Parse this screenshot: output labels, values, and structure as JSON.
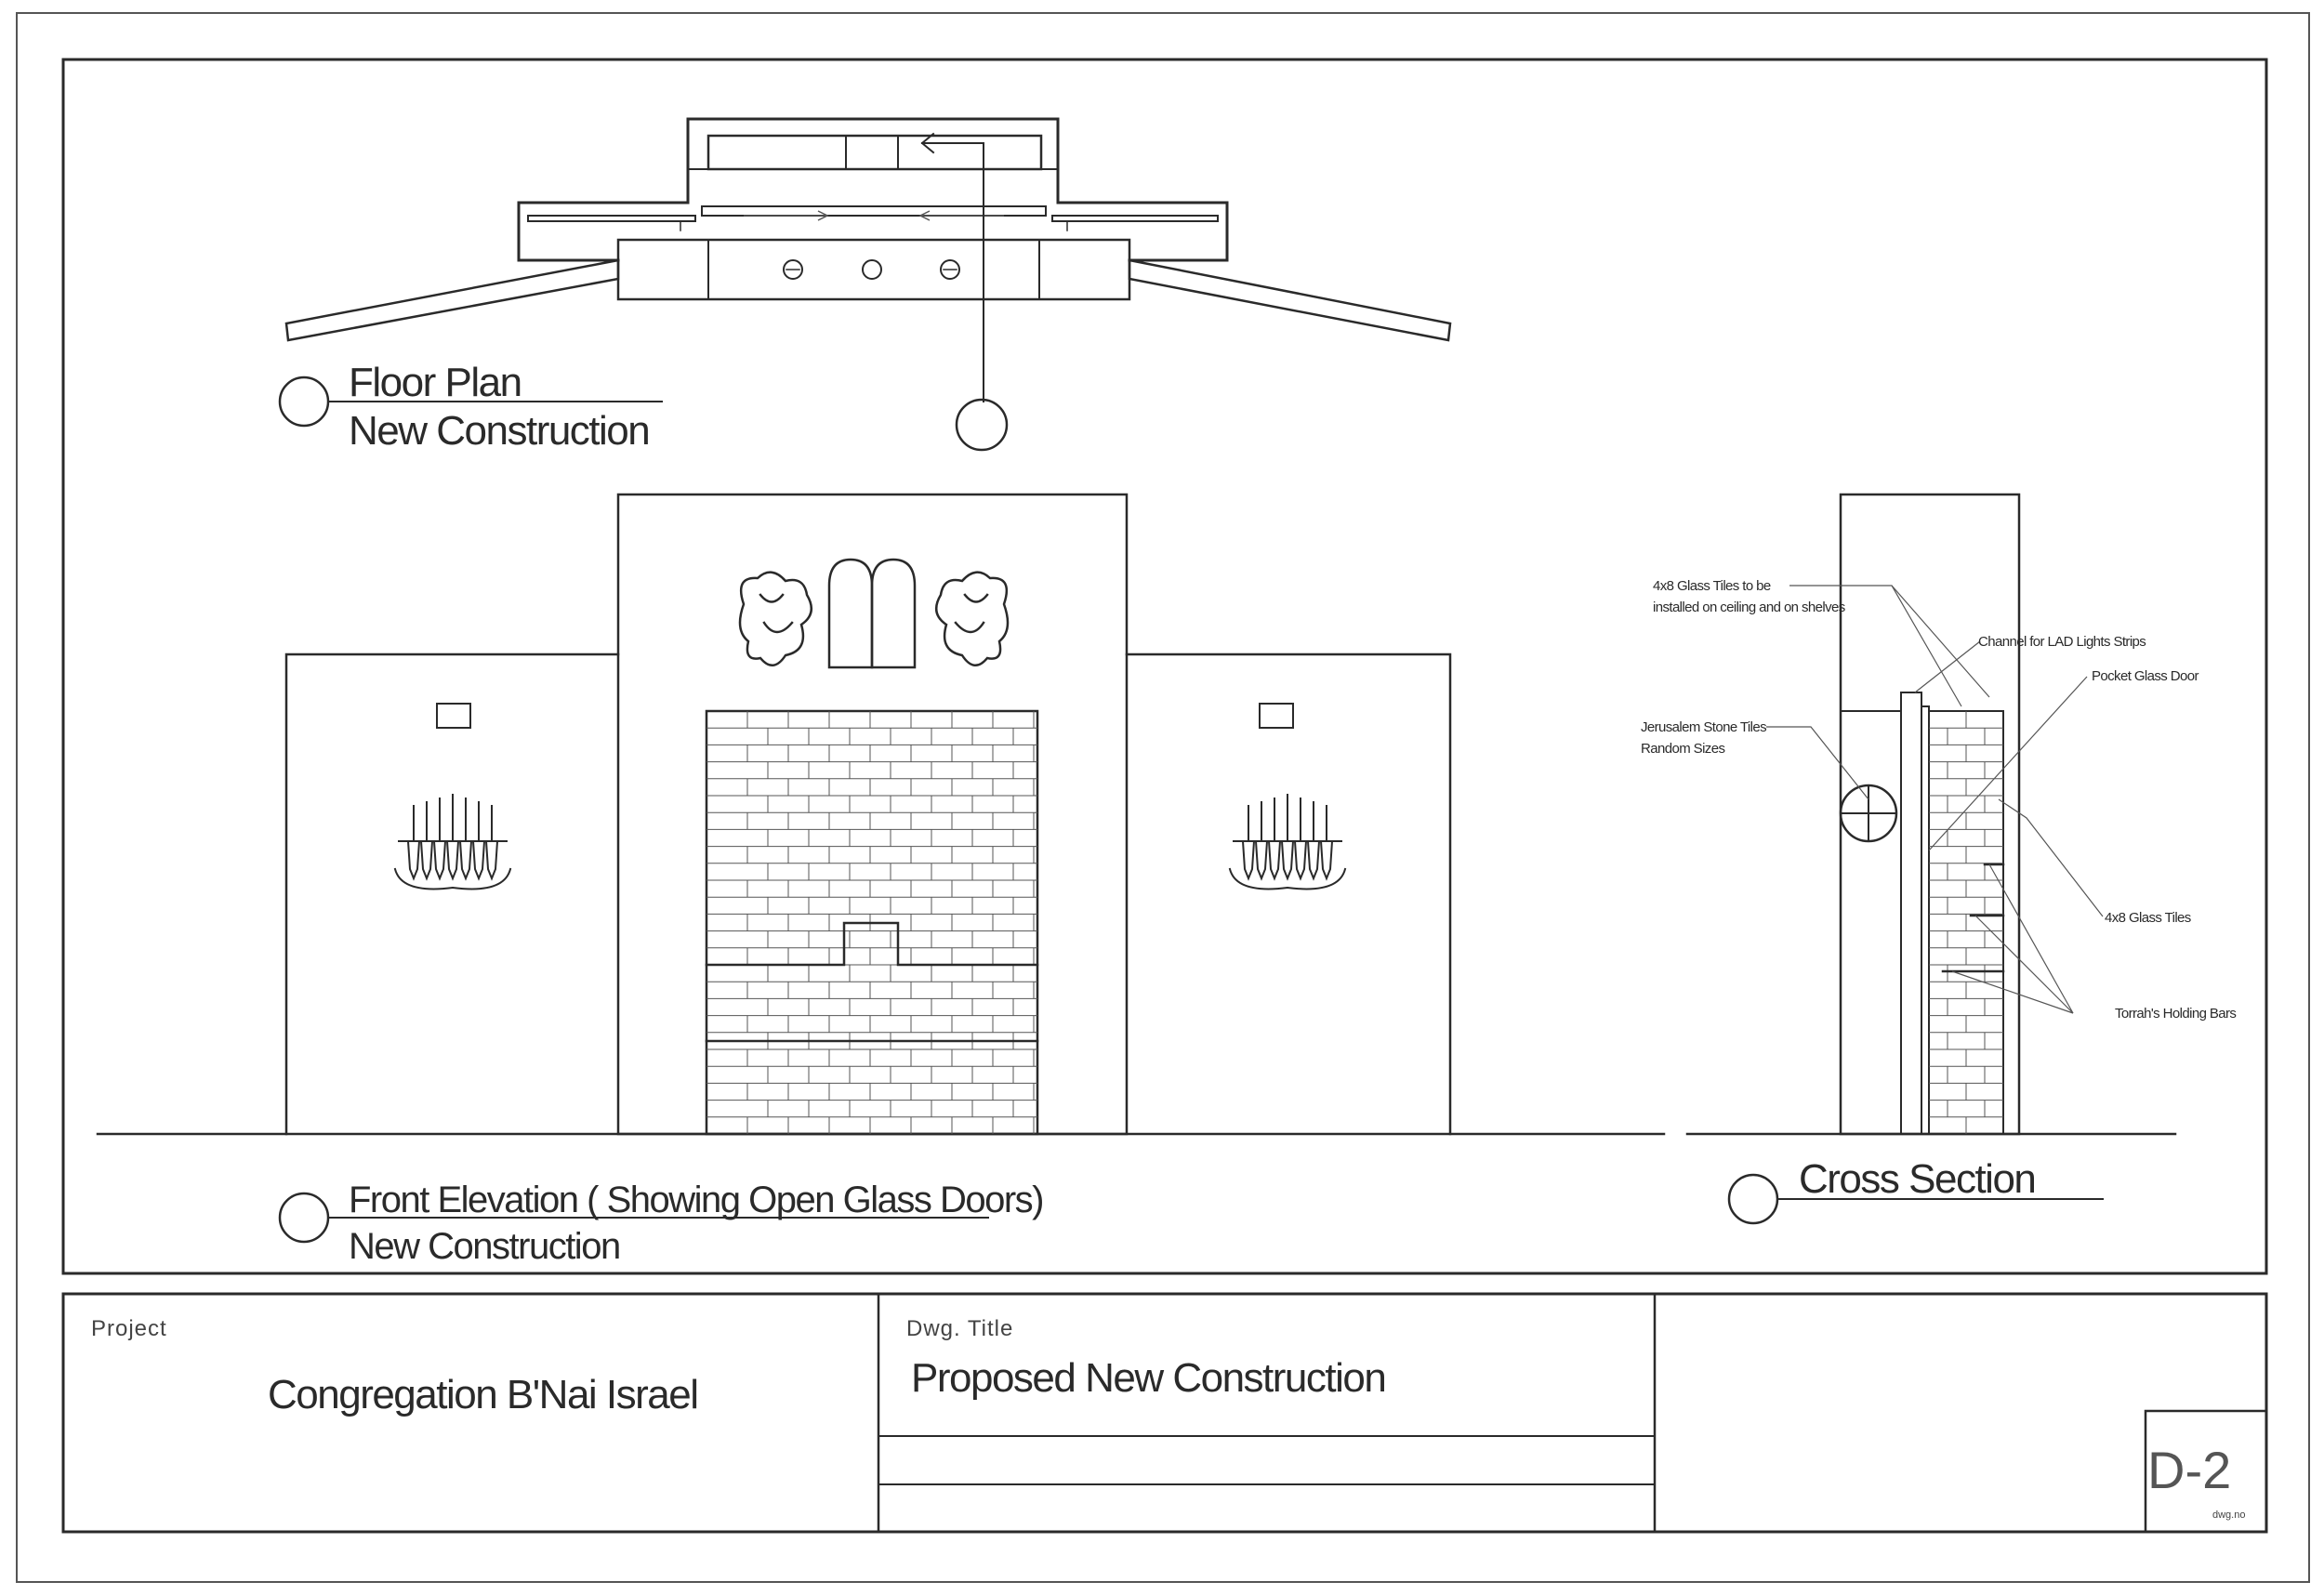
{
  "floor_plan": {
    "title": "Floor Plan",
    "subtitle": "New Construction"
  },
  "front_elevation": {
    "title": "Front Elevation ( Showing Open Glass Doors)",
    "subtitle": "New Construction"
  },
  "cross_section": {
    "title": "Cross Section",
    "notes": {
      "glass_tiles_1": "4x8 Glass Tiles to be",
      "glass_tiles_2": "installed on ceiling and on shelves",
      "channel": "Channel for LAD Lights Strips",
      "pocket_door": "Pocket Glass Door",
      "jerusalem_1": "Jerusalem Stone Tiles",
      "jerusalem_2": "Random Sizes",
      "glass_tiles": "4x8 Glass Tiles",
      "holding_bars": "Torrah's Holding Bars"
    }
  },
  "title_block": {
    "project_label": "Project",
    "project_name": "Congregation B'Nai Israel",
    "dwg_title_label": "Dwg. Title",
    "dwg_title": "Proposed New Construction",
    "dwg_no": "D-2",
    "dwg_no_label": "dwg.no"
  }
}
